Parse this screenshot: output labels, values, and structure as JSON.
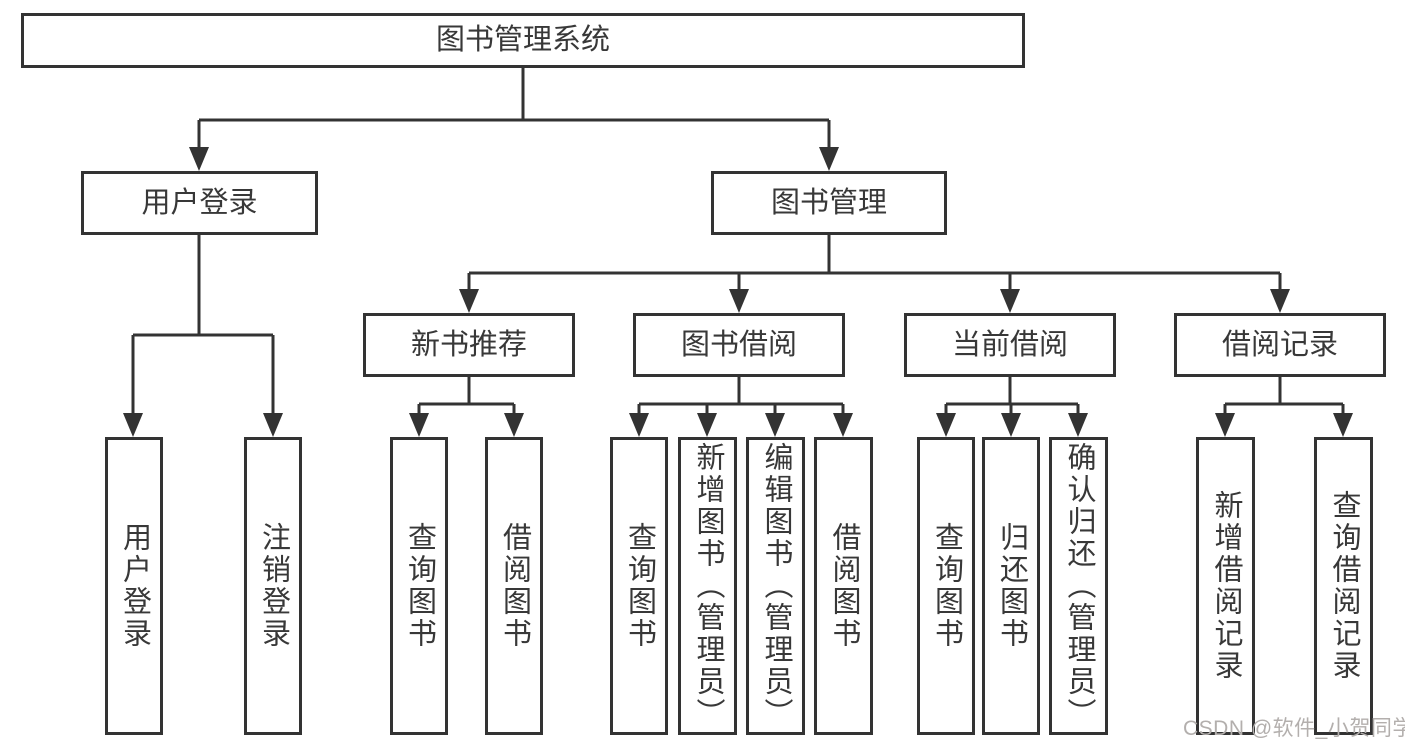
{
  "tree": {
    "label": "图书管理系统",
    "children": [
      {
        "label": "用户登录",
        "children": [
          {
            "label": "用户登录"
          },
          {
            "label": "注销登录"
          }
        ]
      },
      {
        "label": "图书管理",
        "children": [
          {
            "label": "新书推荐",
            "children": [
              {
                "label": "查询图书"
              },
              {
                "label": "借阅图书"
              }
            ]
          },
          {
            "label": "图书借阅",
            "children": [
              {
                "label": "查询图书"
              },
              {
                "label": "新增图书（管理员）"
              },
              {
                "label": "编辑图书（管理员）"
              },
              {
                "label": "借阅图书"
              }
            ]
          },
          {
            "label": "当前借阅",
            "children": [
              {
                "label": "查询图书"
              },
              {
                "label": "归还图书"
              },
              {
                "label": "确认归还（管理员）"
              }
            ]
          },
          {
            "label": "借阅记录",
            "children": [
              {
                "label": "新增借阅记录"
              },
              {
                "label": "查询借阅记录"
              }
            ]
          }
        ]
      }
    ]
  },
  "watermark": {
    "text": "CSDN @软件_小贺同学"
  },
  "colors": {
    "bg": "#ffffff",
    "line": "#333333",
    "text": "#383838",
    "watermark": "#b3afad"
  }
}
